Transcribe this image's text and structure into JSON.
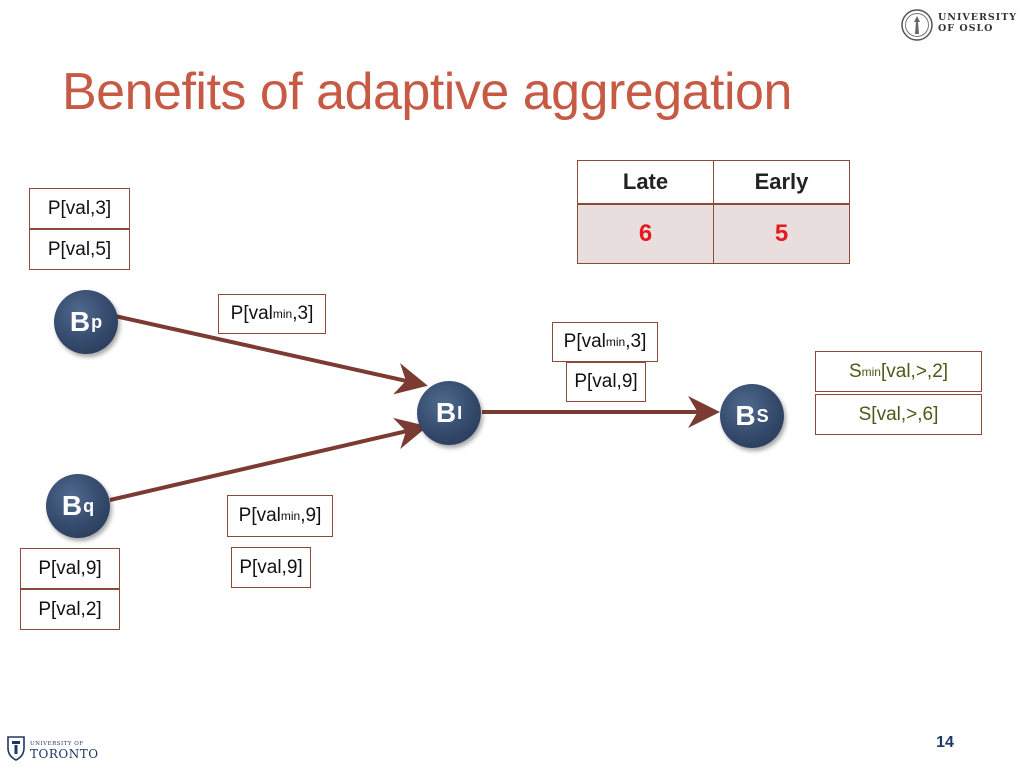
{
  "slide": {
    "title": "Benefits of adaptive aggregation",
    "page_number": "14"
  },
  "logos": {
    "oslo_line1": "UNIVERSITY",
    "oslo_line2": "OF OSLO",
    "toronto_small": "UNIVERSITY OF",
    "toronto_big": "TORONTO"
  },
  "nodes": {
    "bp": {
      "base": "B",
      "sub": "p"
    },
    "bq": {
      "base": "B",
      "sub": "q"
    },
    "bi": {
      "base": "B",
      "sub": "I"
    },
    "bs": {
      "base": "B",
      "sub": "S"
    }
  },
  "labels": {
    "bp_top": "P[val,3]",
    "bp_bottom": "P[val,5]",
    "bq_top": "P[val,9]",
    "bq_bottom": "P[val,2]",
    "edge_pi": {
      "pre": "P[val",
      "sub": "min",
      "post": ",3]"
    },
    "edge_qi_top": {
      "pre": "P[val",
      "sub": "min",
      "post": ",9]"
    },
    "edge_qi_bottom": "P[val,9]",
    "edge_is_top": {
      "pre": "P[val",
      "sub": "min",
      "post": ",3]"
    },
    "edge_is_bottom": "P[val,9]",
    "bs_top": {
      "pre": "S",
      "sub": "min",
      "post": "[val,>,2]"
    },
    "bs_bottom": "S[val,>,6]"
  },
  "table": {
    "headers": [
      "Late",
      "Early"
    ],
    "values": [
      "6",
      "5"
    ]
  },
  "colors": {
    "title": "#c65a44",
    "edge": "#7b3b32",
    "node": "#34496b",
    "table_value": "#e5191f",
    "sink_label": "#4b5a18"
  }
}
